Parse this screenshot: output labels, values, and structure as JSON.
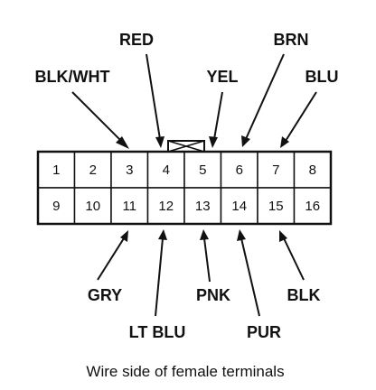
{
  "connector": {
    "top_row_pins": [
      "1",
      "2",
      "3",
      "4",
      "5",
      "6",
      "7",
      "8"
    ],
    "bottom_row_pins": [
      "9",
      "10",
      "11",
      "12",
      "13",
      "14",
      "15",
      "16"
    ]
  },
  "wires_top": [
    {
      "pin": "3",
      "color": "BLK/WHT"
    },
    {
      "pin": "4",
      "color": "RED"
    },
    {
      "pin": "5",
      "color": "YEL"
    },
    {
      "pin": "6",
      "color": "BRN"
    },
    {
      "pin": "7",
      "color": "BLU"
    }
  ],
  "wires_bottom": [
    {
      "pin": "11",
      "color": "GRY"
    },
    {
      "pin": "12",
      "color": "LT BLU"
    },
    {
      "pin": "13",
      "color": "PNK"
    },
    {
      "pin": "14",
      "color": "PUR"
    },
    {
      "pin": "15",
      "color": "BLK"
    }
  ],
  "caption": "Wire side of female terminals"
}
